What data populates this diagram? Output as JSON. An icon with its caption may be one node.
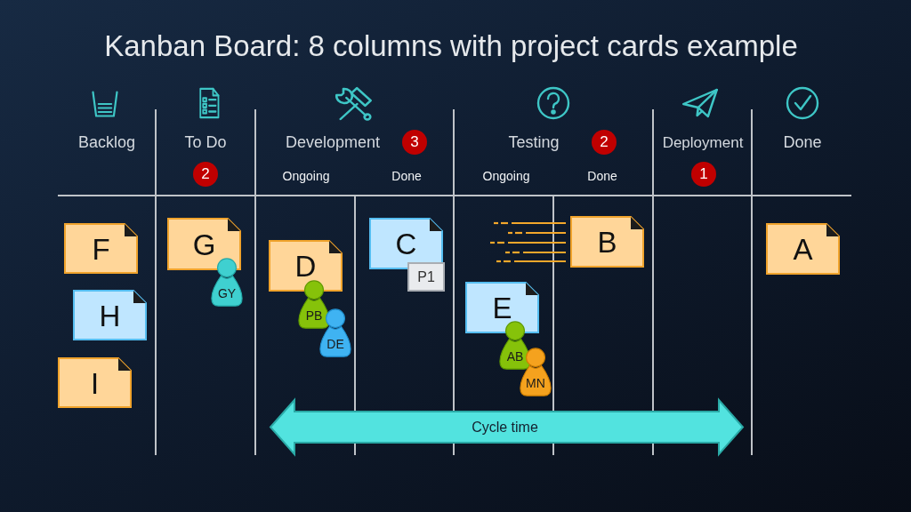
{
  "diagram": {
    "title": "Kanban Board: 8 columns with project cards example",
    "nodes": [
      {
        "text": [
          "2"
        ]
      },
      {
        "text": [
          "3"
        ]
      },
      {
        "text": [
          "2"
        ]
      },
      {
        "text": [
          "1"
        ]
      },
      {
        "text": [
          "F"
        ]
      },
      {
        "text": [
          "H"
        ]
      },
      {
        "text": [
          "I"
        ]
      },
      {
        "text": [
          "G"
        ]
      },
      {
        "text": [
          "GY"
        ]
      },
      {
        "text": [
          "D"
        ]
      },
      {
        "text": [
          "PB"
        ]
      },
      {
        "text": [
          "DE"
        ]
      },
      {
        "text": [
          "C"
        ]
      },
      {
        "text": [
          "P1"
        ]
      },
      {
        "text": [
          "E"
        ]
      },
      {
        "text": [
          "AB"
        ]
      },
      {
        "text": [
          "MN"
        ]
      },
      {
        "text": [
          "B"
        ]
      },
      {
        "text": [
          "A"
        ]
      },
      {
        "text": [
          "Cycle time"
        ]
      }
    ],
    "labels": [
      "Backlog",
      "To Do",
      "Development",
      "Testing",
      "Deployment",
      "Done",
      "Ongoing",
      "Done",
      "Ongoing",
      "Done"
    ]
  }
}
